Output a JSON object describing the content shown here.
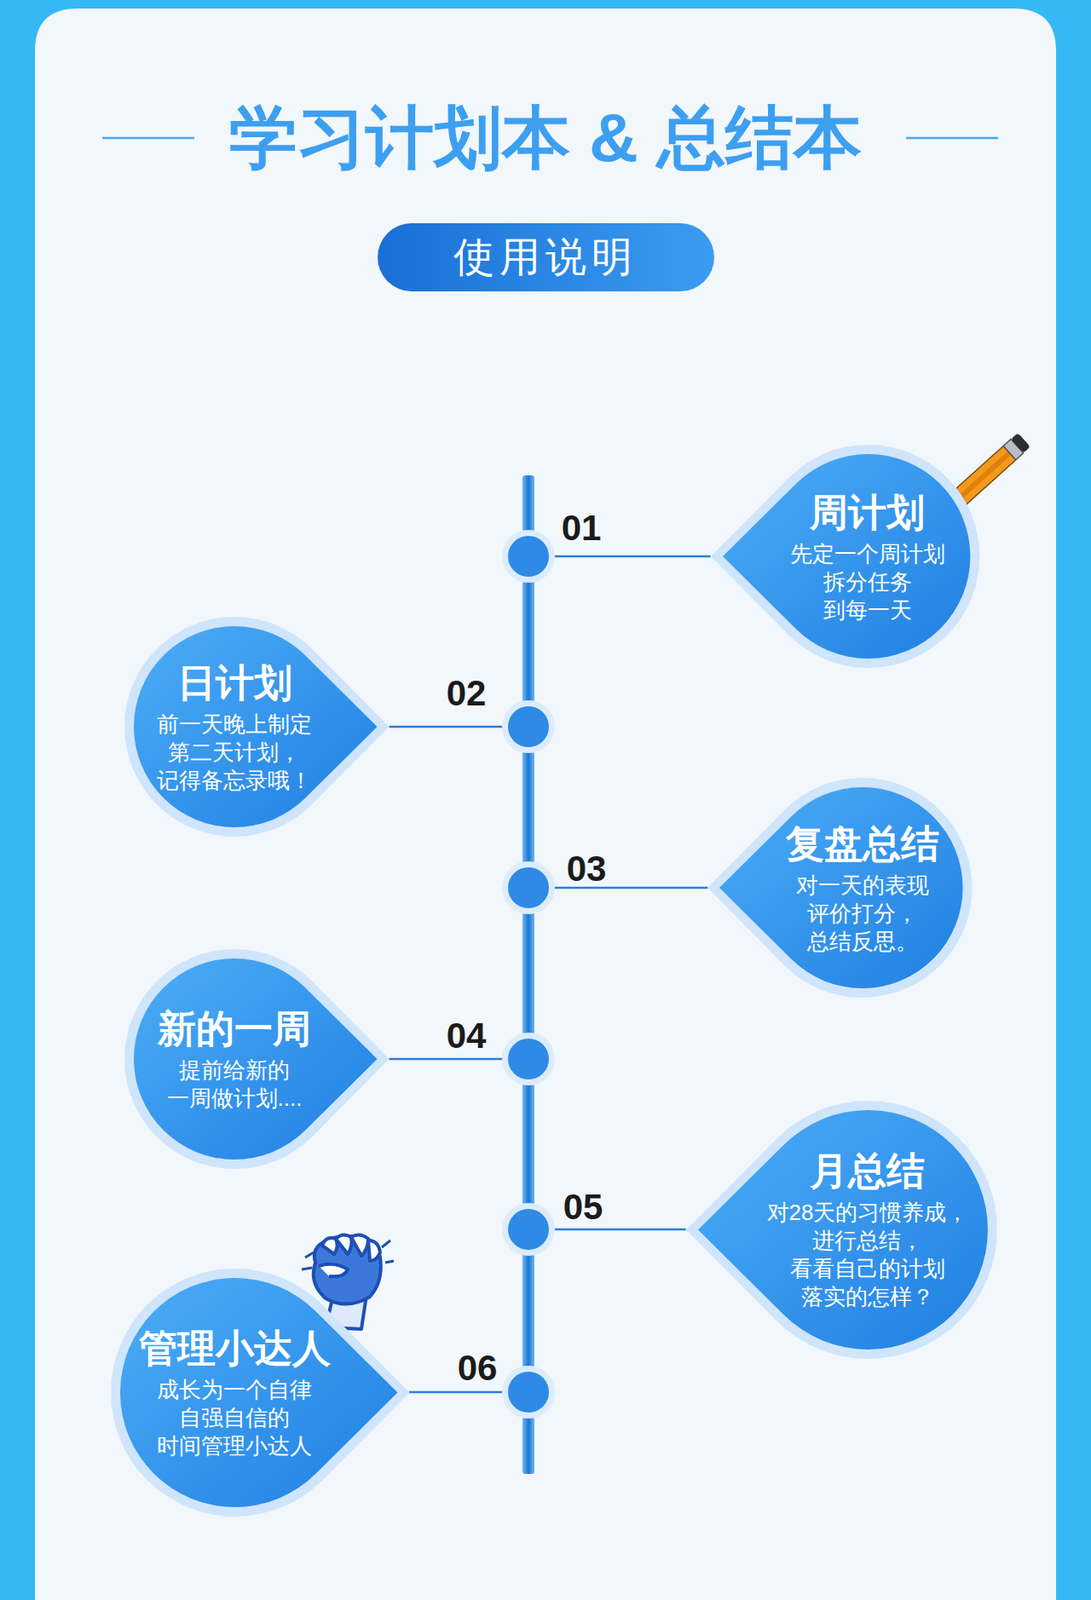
{
  "diagram": {
    "title": "学习计划本 & 总结本",
    "nodes": [
      {
        "text": [
          "使用说明"
        ]
      },
      {
        "text": [
          "周计划",
          "先定一个周计划 拆分任务 到每一天"
        ]
      },
      {
        "text": [
          "日计划",
          "前一天晚上制定 第二天计划， 记得备忘录哦！"
        ]
      },
      {
        "text": [
          "复盘总结",
          "对一天的表现 评价打分， 总结反思。"
        ]
      },
      {
        "text": [
          "新的一周",
          "提前给新的 一周做计划...."
        ]
      },
      {
        "text": [
          "月总结",
          "对28天的习惯养成， 进行总结， 看看自己的计划 落实的怎样？"
        ]
      },
      {
        "text": [
          "管理小达人",
          "成长为一个自律 自强自信的 时间管理小达人"
        ]
      }
    ],
    "labels": [
      "01",
      "02",
      "03",
      "04",
      "05",
      "06"
    ]
  }
}
